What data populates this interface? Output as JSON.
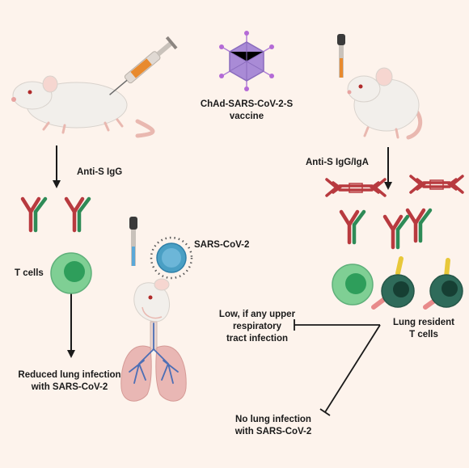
{
  "vaccine": {
    "line1": "ChAd-SARS-CoV-2-S",
    "line2": "vaccine"
  },
  "left": {
    "antibody_label": "Anti-S IgG",
    "tcell_label": "T cells",
    "virus_label": "SARS-CoV-2",
    "outcome": {
      "line1": "Reduced lung infection",
      "line2": "with SARS-CoV-2"
    }
  },
  "right": {
    "antibody_label": "Anti-S IgG/IgA",
    "resident": {
      "line1": "Lung resident",
      "line2": "T cells"
    },
    "upper": {
      "line1": "Low, if any upper",
      "line2": "respiratory",
      "line3": "tract infection"
    },
    "lung": {
      "line1": "No lung infection",
      "line2": "with SARS-CoV-2"
    }
  },
  "colors": {
    "background": "#fdf3ec",
    "antibody_red": "#b83a3f",
    "antibody_green": "#2e8b57",
    "tcell_green": "#7fcf94",
    "resident_teal": "#2f6b5a",
    "virus_blue": "#4a9fc4",
    "vaccine_purple": "#a98bd6",
    "lung_pink": "#e9b7b4",
    "airway_blue": "#4d6fb5"
  }
}
